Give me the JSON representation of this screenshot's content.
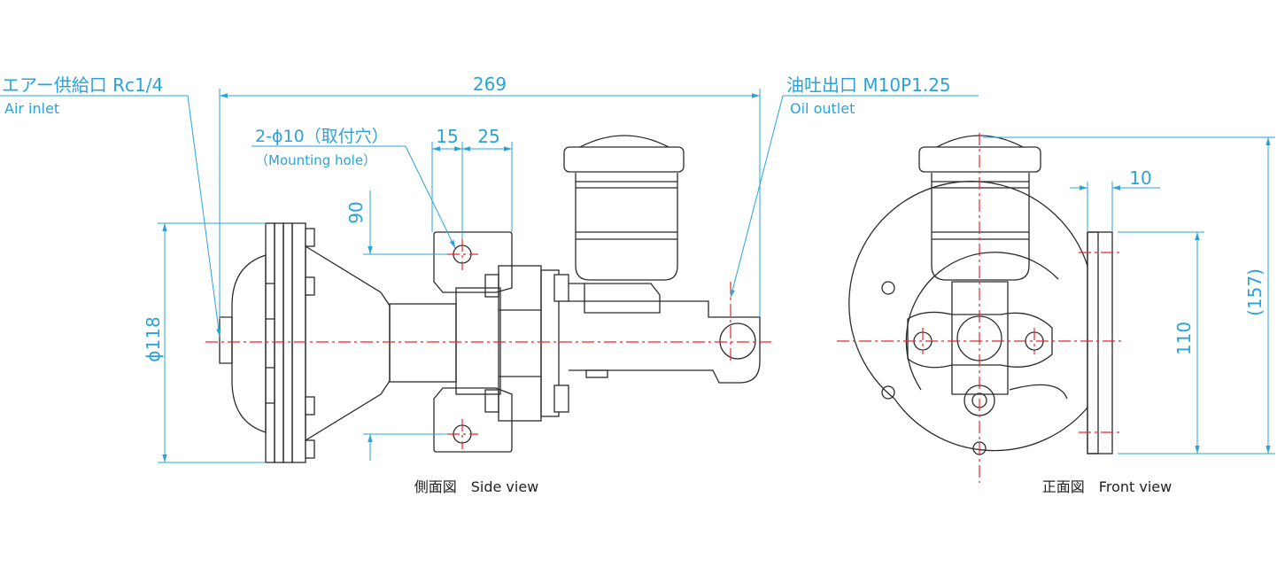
{
  "annotations": {
    "air_inlet_ja": "エアー供給口 Rc1/4",
    "air_inlet_en": "Air inlet",
    "oil_outlet_ja": "油吐出口 M10P1.25",
    "oil_outlet_en": "Oil outlet",
    "mounting_ja": "2-ϕ10（取付穴）",
    "mounting_en": "（Mounting hole）"
  },
  "dimensions": {
    "overall_length": "269",
    "hole_offset": "15",
    "flange_offset": "25",
    "hole_pitch": "90",
    "diaphragm_dia": "ϕ118",
    "bracket_thickness": "10",
    "bracket_height": "110",
    "overall_height": "(157)"
  },
  "views": {
    "side_label": "側面図　Side view",
    "front_label": "正面図　Front view"
  },
  "colors": {
    "dimension": "#2aa3d8",
    "centerline": "#e8262d",
    "outline": "#2b2b2b"
  }
}
